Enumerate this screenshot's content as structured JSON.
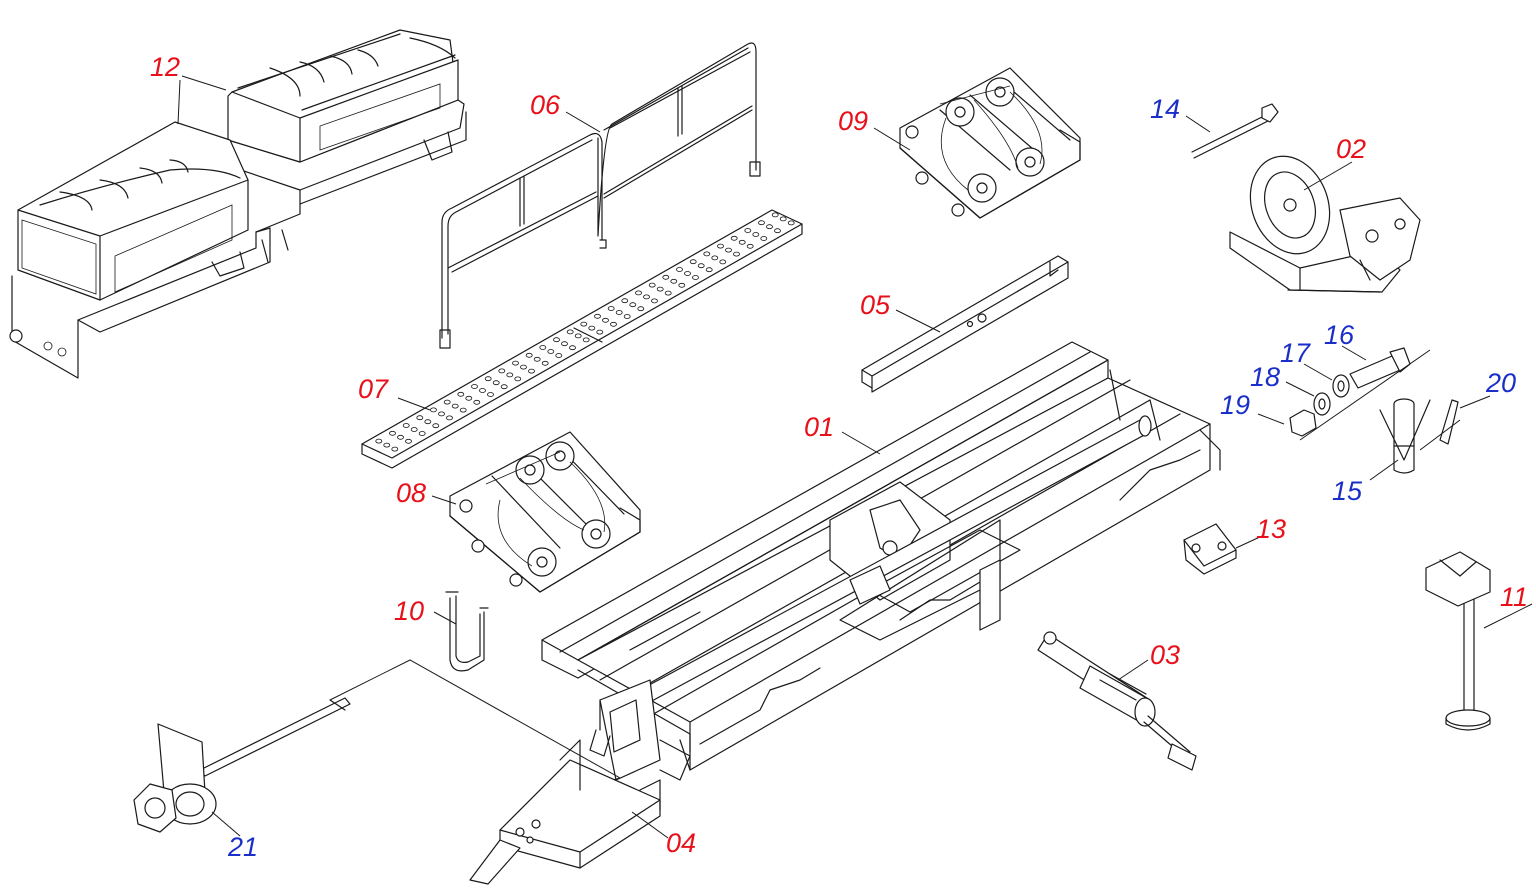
{
  "colors": {
    "red_label": "#e8101a",
    "blue_label": "#1a2fc8",
    "line": "#1a1a1a",
    "background": "#ffffff"
  },
  "labels": {
    "p01": {
      "text": "01",
      "color": "red"
    },
    "p02": {
      "text": "02",
      "color": "red"
    },
    "p03": {
      "text": "03",
      "color": "red"
    },
    "p04": {
      "text": "04",
      "color": "red"
    },
    "p05": {
      "text": "05",
      "color": "red"
    },
    "p06": {
      "text": "06",
      "color": "red"
    },
    "p07": {
      "text": "07",
      "color": "red"
    },
    "p08": {
      "text": "08",
      "color": "red"
    },
    "p09": {
      "text": "09",
      "color": "red"
    },
    "p10": {
      "text": "10",
      "color": "red"
    },
    "p11": {
      "text": "11",
      "color": "red"
    },
    "p12": {
      "text": "12",
      "color": "red"
    },
    "p13": {
      "text": "13",
      "color": "red"
    },
    "p14": {
      "text": "14",
      "color": "blue"
    },
    "p15": {
      "text": "15",
      "color": "blue"
    },
    "p16": {
      "text": "16",
      "color": "blue"
    },
    "p17": {
      "text": "17",
      "color": "blue"
    },
    "p18": {
      "text": "18",
      "color": "blue"
    },
    "p19": {
      "text": "19",
      "color": "blue"
    },
    "p20": {
      "text": "20",
      "color": "blue"
    },
    "p21": {
      "text": "21",
      "color": "blue"
    }
  }
}
